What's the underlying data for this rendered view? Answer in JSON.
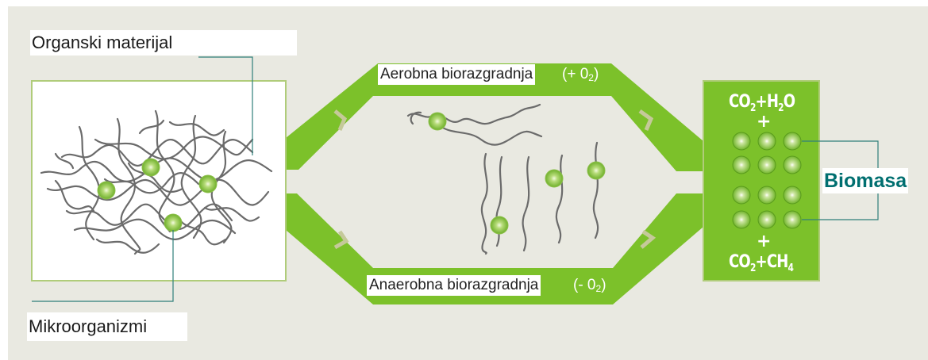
{
  "labels": {
    "organic_material": "Organski materijal",
    "microorganisms": "Mikroorganizmi",
    "biomass": "Biomasa"
  },
  "aerobic": {
    "label": "Aerobna biorazgradnja",
    "o2_prefix": "(+ 0",
    "o2_sub": "2",
    "o2_suffix": ")"
  },
  "anaerobic": {
    "label": "Anaerobna biorazgradnja",
    "o2_prefix": "(- 0",
    "o2_sub": "2",
    "o2_suffix": ")"
  },
  "products_aerobic": {
    "co": "CO",
    "co_sub": "2",
    "mid": "+H",
    "h_sub": "2",
    "end": "O",
    "plus": "+"
  },
  "products_anaerobic": {
    "co": "CO",
    "co_sub": "2",
    "mid": "+CH",
    "ch_sub": "4",
    "plus": "+"
  },
  "colors": {
    "background": "#e9e9e1",
    "arrow_green": "#7cc12a",
    "chevron": "#c5c99a",
    "panel_border": "#b0cc7a",
    "fiber": "#6b6b6b",
    "microbe": "#8cc63f",
    "connector": "#2f7f7a",
    "biomass_text": "#006f70"
  }
}
